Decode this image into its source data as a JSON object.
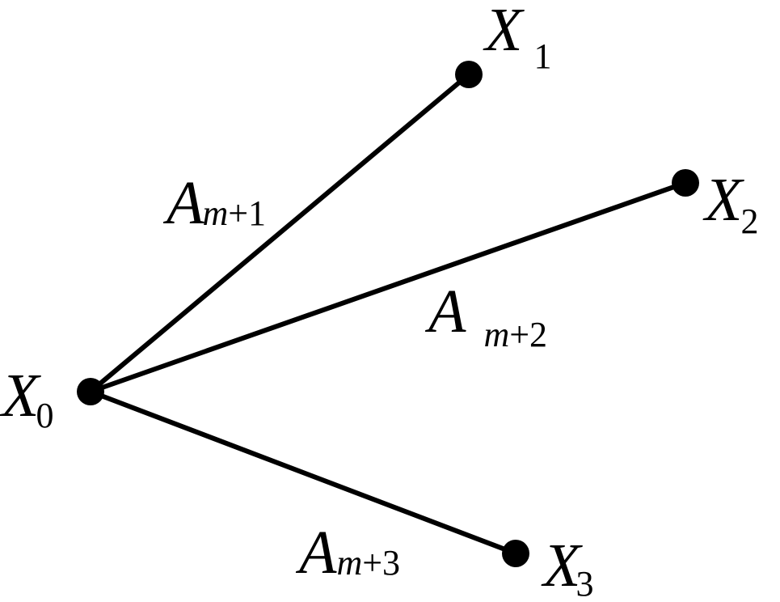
{
  "diagram": {
    "edge_color": "#000000",
    "node_color": "#000000",
    "center_node": {
      "id": "X0",
      "letter": "X",
      "subscript": "0"
    },
    "nodes": [
      {
        "id": "X1",
        "letter": "X",
        "subscript": "1"
      },
      {
        "id": "X2",
        "letter": "X",
        "subscript": "2"
      },
      {
        "id": "X3",
        "letter": "X",
        "subscript": "3"
      }
    ],
    "edges": [
      {
        "from": "X0",
        "to": "X1",
        "letter": "A",
        "sub_var": "m",
        "sub_rest": "+1"
      },
      {
        "from": "X0",
        "to": "X2",
        "letter": "A",
        "sub_var": "m",
        "sub_rest": "+2"
      },
      {
        "from": "X0",
        "to": "X3",
        "letter": "A",
        "sub_var": "m",
        "sub_rest": "+3"
      }
    ]
  }
}
